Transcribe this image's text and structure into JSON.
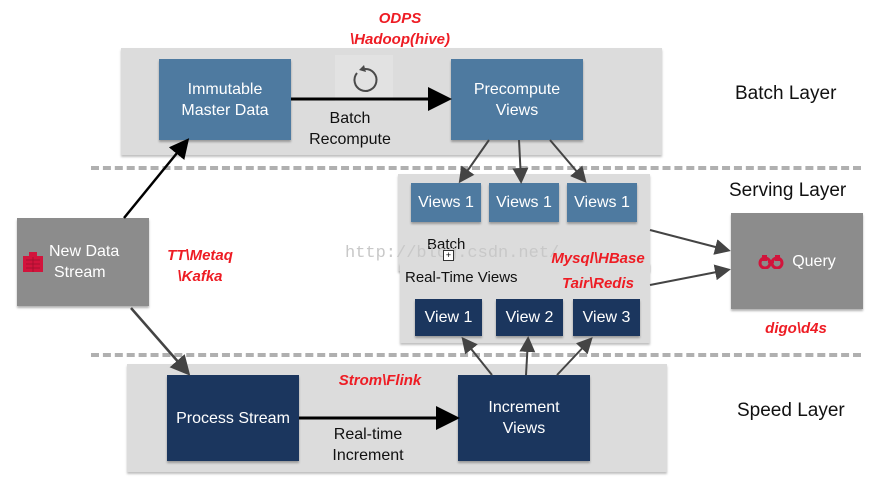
{
  "title": "Lambda Architecture",
  "layers": {
    "batch": "Batch Layer",
    "serving": "Serving Layer",
    "speed": "Speed Layer"
  },
  "batch_layer": {
    "tech_label_line1": "ODPS",
    "tech_label_line2": "\\Hadoop(hive)",
    "master_data_line1": "Immutable",
    "master_data_line2": "Master Data",
    "recompute_icon": "refresh-icon",
    "recompute_line1": "Batch",
    "recompute_line2": "Recompute",
    "precompute_line1": "Precompute",
    "precompute_line2": "Views"
  },
  "source": {
    "label_line1": "New Data",
    "label_line2": "Stream",
    "icon": "building-icon",
    "tech_line1": "TT\\Metaq",
    "tech_line2": "\\Kafka"
  },
  "serving_layer": {
    "batch_views": [
      "Views 1",
      "Views 1",
      "Views 1"
    ],
    "batch_caption": "Batch",
    "realtime_title": "Real-Time Views",
    "realtime_views": [
      "View 1",
      "View 2",
      "View 3"
    ],
    "tech_line1": "Mysql\\HBase",
    "tech_line2": "Tair\\Redis",
    "watermark": "http://blog.csdn.net/"
  },
  "query": {
    "label": "Query",
    "icon": "binoculars-icon",
    "tech": "digo\\d4s"
  },
  "speed_layer": {
    "tech": "Strom\\Flink",
    "process": "Process Stream",
    "increment_line1": "Real-time",
    "increment_line2": "Increment",
    "views_line1": "Increment",
    "views_line2": "Views"
  },
  "colors": {
    "batch_box": "#4e7aa0",
    "speed_box": "#1b365e",
    "source_box": "#8c8c8c",
    "panel": "#dcdcdc",
    "tech_text": "#ee1c24",
    "icon_accent": "#d2143c"
  }
}
